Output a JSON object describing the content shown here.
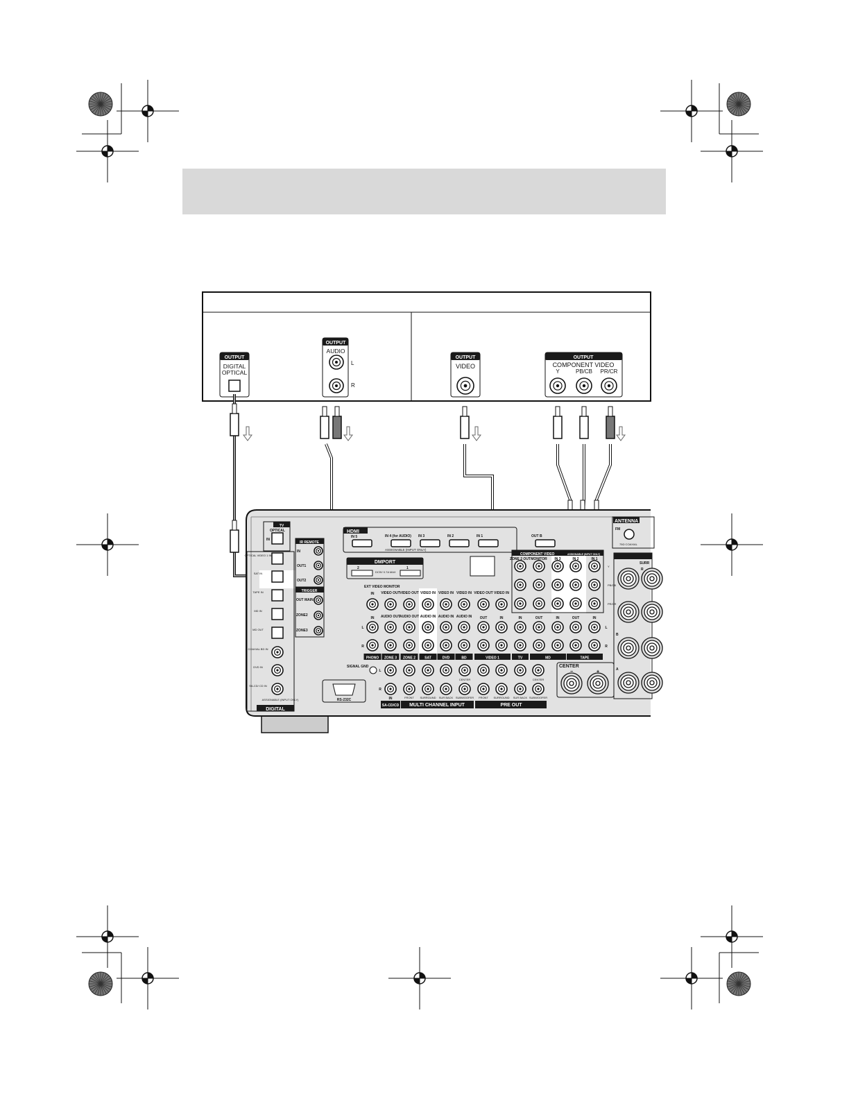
{
  "source_device": {
    "outputs": {
      "digital_optical": {
        "header": "OUTPUT",
        "line1": "DIGITAL",
        "line2": "OPTICAL"
      },
      "audio": {
        "header": "OUTPUT",
        "label": "AUDIO",
        "left": "L",
        "right": "R"
      },
      "video": {
        "header": "OUTPUT",
        "label": "VIDEO"
      },
      "component": {
        "header": "OUTPUT",
        "label": "COMPONENT VIDEO",
        "y": "Y",
        "pb": "PB/CB",
        "pr": "PR/CR"
      }
    }
  },
  "receiver": {
    "tv": {
      "header": "TV",
      "optical": "OPTICAL",
      "in": "IN"
    },
    "digital": {
      "footer": "DIGITAL",
      "inputs": [
        "OPTICAL VIDEO 1 IN",
        "SAT IN",
        "TAPE IN",
        "MD IN",
        "MD OUT",
        "COAXIAL BD IN",
        "DVD IN",
        "SA-CD/ CD IN"
      ],
      "assignable": "ASSIGNABLE (INPUT ONLY)"
    },
    "ir_remote": {
      "header": "IR REMOTE",
      "jacks": [
        "IN",
        "OUT1",
        "OUT2"
      ]
    },
    "trigger": {
      "header": "TRIGGER",
      "jacks": [
        "OUT MAIN",
        "ZONE2",
        "ZONE3"
      ]
    },
    "hdmi": {
      "header": "HDMI",
      "inputs": [
        "IN 5",
        "IN 4 (for AUDIO)",
        "IN 3",
        "IN 2",
        "IN 1"
      ],
      "assignable": "ASSIGNABLE (INPUT ONLY)",
      "out": "OUT B"
    },
    "dmport": {
      "header": "DMPORT",
      "port2": "2",
      "port1": "1",
      "power": "DC5V 0.7A MAX"
    },
    "section_labels": {
      "ext_video": "EXT VIDEO",
      "monitor": "MONITOR"
    },
    "av_columns": [
      "PHONO",
      "ZONE 3",
      "ZONE 2",
      "SAT",
      "DVD",
      "BD",
      "VIDEO 1",
      "TV",
      "MD",
      "TAPE"
    ],
    "av_rows": {
      "video_out": "VIDEO OUT",
      "video_in": "VIDEO IN",
      "audio_out": "AUDIO OUT",
      "audio_in": "AUDIO IN",
      "in": "IN",
      "out": "OUT",
      "l": "L",
      "r": "R"
    },
    "component_video": {
      "header": "COMPONENT VIDEO",
      "assignable": "ASSIGNABLE (INPUT ONLY)",
      "columns": [
        "ZONE 2 OUT",
        "MONITOR",
        "IN 3",
        "IN 2",
        "IN 1"
      ],
      "rows": [
        "Y",
        "PB/CB",
        "PR/CR"
      ]
    },
    "antenna": {
      "header": "ANTENNA",
      "fm": "FM",
      "coaxial": "75Ω COAXIAL"
    },
    "signal_gnd": "SIGNAL GND",
    "rs232c": "RS-232C",
    "multi_channel_input": {
      "footer": "MULTI CHANNEL INPUT",
      "sacd": "SA-CD/CD",
      "in": "IN",
      "columns": [
        "FRONT",
        "SURROUND",
        "SUR BACK",
        "SUBWOOFER"
      ],
      "center": "CENTER"
    },
    "pre_out": {
      "footer": "PRE OUT",
      "columns": [
        "FRONT",
        "SURROUND",
        "SUR BACK",
        "SUBWOOFER"
      ],
      "center": "CENTER"
    },
    "speakers": {
      "center": "CENTER",
      "minus": "−",
      "plus": "+",
      "surround": "SURR",
      "b": "B",
      "a": "A",
      "r": "R"
    }
  },
  "colors": {
    "header_bar": "#d9d9d9",
    "panel": "#e2e2e2",
    "highlight": "#ffffff",
    "label_bg": "#1a1a1a",
    "cable_gray": "#8c8c8c"
  }
}
